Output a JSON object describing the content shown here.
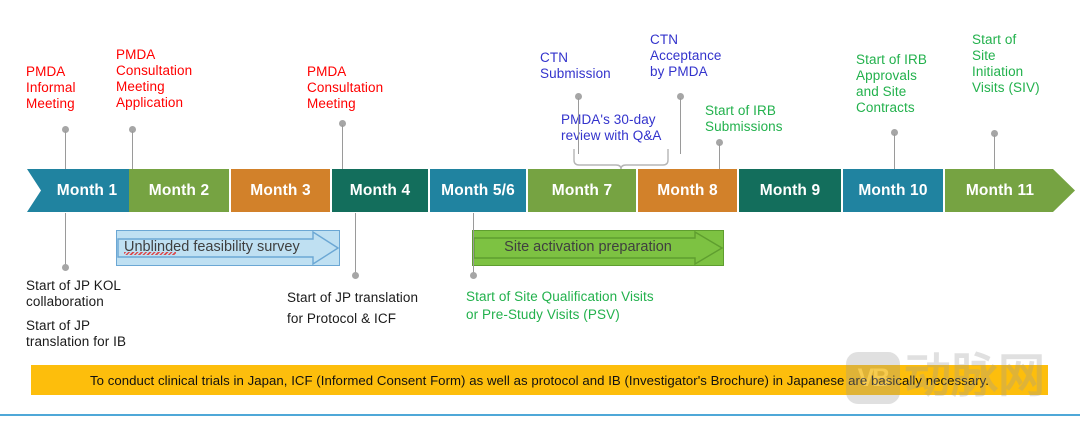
{
  "colors": {
    "teal": "#2083A0",
    "green": "#76A342",
    "orange": "#D2812A",
    "dark_teal": "#136E5C",
    "red_label": "#FF0000",
    "blue_label": "#3333CC",
    "green_label": "#2CA02C",
    "banner_bg": "#FDBE0C",
    "arrow_blue": "#BFE0F2",
    "arrow_green": "#7DC242",
    "leader_gray": "#9A9A9A",
    "bottom_rule": "#4FA8D8"
  },
  "timeline": {
    "segments": [
      {
        "label": "Month 1",
        "color": "teal"
      },
      {
        "label": "Month 2",
        "color": "green"
      },
      {
        "label": "Month 3",
        "color": "orange"
      },
      {
        "label": "Month 4",
        "color": "dark_teal"
      },
      {
        "label": "Month 5/6",
        "color": "teal"
      },
      {
        "label": "Month 7",
        "color": "green"
      },
      {
        "label": "Month 8",
        "color": "orange"
      },
      {
        "label": "Month 9",
        "color": "dark_teal"
      },
      {
        "label": "Month 10",
        "color": "teal"
      },
      {
        "label": "Month 11",
        "color": "green"
      }
    ]
  },
  "callouts_above": [
    {
      "text": "PMDA\nInformal\nMeeting",
      "color": "red"
    },
    {
      "text": "PMDA\nConsultation\nMeeting\nApplication",
      "color": "red"
    },
    {
      "text": "PMDA\nConsultation\nMeeting",
      "color": "red"
    },
    {
      "text": "CTN\nSubmission",
      "color": "blue"
    },
    {
      "text": "CTN\nAcceptance\nby PMDA",
      "color": "blue"
    },
    {
      "text": "Start of IRB\nSubmissions",
      "color": "green"
    },
    {
      "text": "Start of IRB\nApprovals\nand Site\nContracts",
      "color": "green"
    },
    {
      "text": "Start of\nSite\nInitiation\nVisits (SIV)",
      "color": "green"
    }
  ],
  "brace_label": "PMDA's 30-day\nreview with Q&A",
  "callouts_below": [
    {
      "text": "Start of JP KOL\ncollaboration",
      "color": "black"
    },
    {
      "text": "Start of JP\ntranslation for IB",
      "color": "black"
    },
    {
      "text": "Start of JP translation\nfor Protocol & ICF",
      "color": "black"
    },
    {
      "text": "Start of Site Qualification Visits\nor Pre-Study Visits (PSV)",
      "color": "green"
    }
  ],
  "block_arrows": [
    {
      "label": "Unblinded feasibility survey",
      "style": "blue"
    },
    {
      "label": "Site activation preparation",
      "style": "green"
    }
  ],
  "banner": {
    "text": "To conduct clinical trials in Japan, ICF (Informed Consent Form) as well as protocol and IB (Investigator's Brochure) in Japanese are basically necessary."
  },
  "watermark": {
    "logo_text": "VB",
    "text": "动脉网"
  }
}
